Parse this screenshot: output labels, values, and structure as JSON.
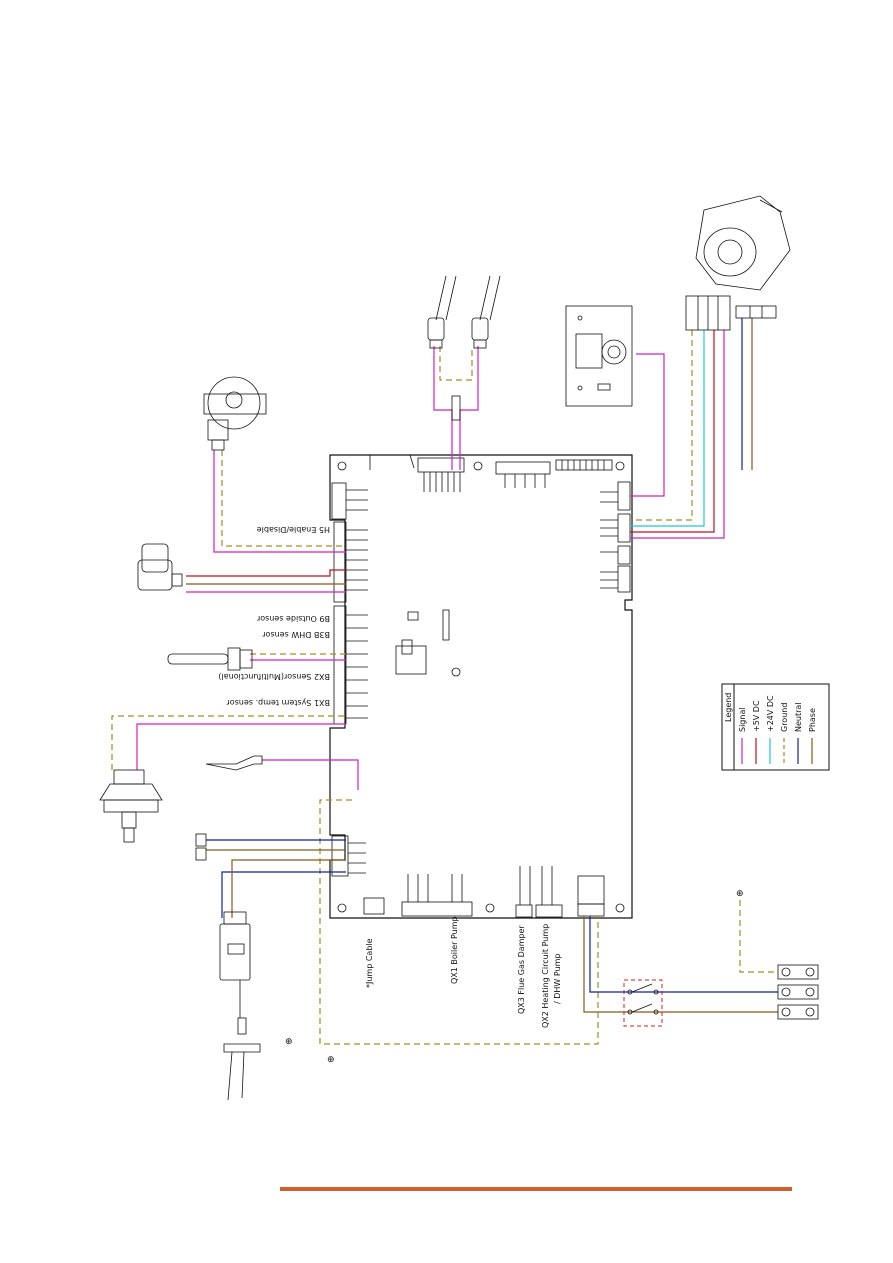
{
  "title": "",
  "colors": {
    "signal": "#d020c0",
    "v5": "#c01020",
    "v24": "#20c8d8",
    "ground": "#a09020",
    "neutral": "#1020a0",
    "phase": "#8a5a1a",
    "footer_line": "#d0602a",
    "breaker": "#d02020"
  },
  "legend": {
    "title": "Legend",
    "items": [
      "Signal",
      "+5V DC",
      "+24V DC",
      "Ground",
      "Neutral",
      "Phase"
    ]
  },
  "left_labels": {
    "h5": "H5 Enable/Disable",
    "b9": "B9 Outside sensor",
    "b3b": "B3B DHW sensor",
    "bx2": "BX2 Sensor(Multifunctional)",
    "bx1": "BX1 System temp. sensor"
  },
  "bottom_labels": {
    "jump": "*Jump Cable",
    "qx1": "QX1 Boiler Pump",
    "qx3": "QX3 Flue Gas Damper",
    "qx2a": "QX2 Heating Circuit Pump",
    "qx2b": "/ DHW Pump"
  },
  "icons": [
    "pressure-switch-icon",
    "gas-valve-icon",
    "temperature-sensor-icon",
    "water-pressure-sensor-icon",
    "ignition-electrode-icon",
    "ignition-transformer-icon",
    "fan-icon",
    "control-panel-icon",
    "ground-symbol-icon"
  ]
}
